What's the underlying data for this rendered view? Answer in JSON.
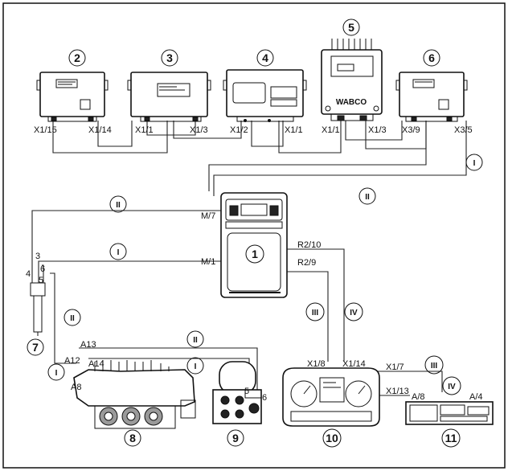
{
  "components": [
    {
      "id": "c1",
      "number": "1"
    },
    {
      "id": "c2",
      "number": "2"
    },
    {
      "id": "c3",
      "number": "3"
    },
    {
      "id": "c4",
      "number": "4"
    },
    {
      "id": "c5",
      "number": "5"
    },
    {
      "id": "c6",
      "number": "6"
    },
    {
      "id": "c7",
      "number": "7"
    },
    {
      "id": "c8",
      "number": "8"
    },
    {
      "id": "c9",
      "number": "9"
    },
    {
      "id": "c10",
      "number": "10"
    },
    {
      "id": "c11",
      "number": "11"
    }
  ],
  "brand": "WABCO",
  "connectors": {
    "c2_left": "X1/15",
    "c2_right": "X1/14",
    "c3_left": "X1/1",
    "c3_right": "X1/3",
    "c4_left": "X1/2",
    "c4_right": "X1/1",
    "c5_left": "X1/1",
    "c5_right": "X1/3",
    "c6_left": "X3/9",
    "c6_right": "X3/5",
    "c1_m7": "M/7",
    "c1_m1": "M/1",
    "c1_r210": "R2/10",
    "c1_r29": "R2/9",
    "c7_p3": "3",
    "c7_p4": "4",
    "c7_p5": "5",
    "c7_p6": "6",
    "c8_a13": "A13",
    "c8_a12": "A12",
    "c8_a14": "A14",
    "c8_a8": "A8",
    "c9_p5": "5",
    "c9_p6": "6",
    "c10_x18": "X1/8",
    "c10_x114": "X1/14",
    "c11_x17": "X1/7",
    "c11_x113": "X1/13",
    "c11_a8": "A/8",
    "c11_a4": "A/4"
  },
  "line_markers": {
    "m_i_top": "I",
    "m_ii_top": "II",
    "m_ii_left": "II",
    "m_i_mid": "I",
    "m_ii_down": "II",
    "m_i_low": "I",
    "m_ii_a13": "II",
    "m_i_a13": "I",
    "m_iii_c10": "III",
    "m_iv_c10": "IV",
    "m_iii_c11": "III",
    "m_iv_c11": "IV"
  }
}
